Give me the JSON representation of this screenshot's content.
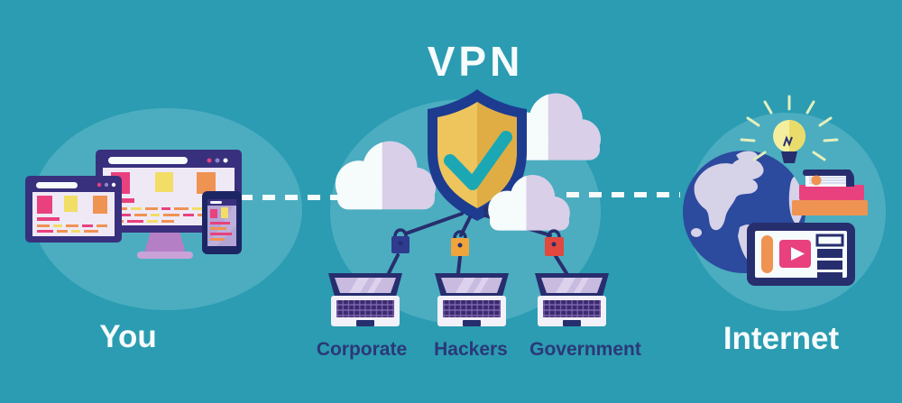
{
  "title": "VPN",
  "left_label": "You",
  "right_label": "Internet",
  "threat_labels": [
    "Corporate",
    "Hackers",
    "Government"
  ],
  "icons": [
    "monitor-icon",
    "tablet-icon",
    "phone-icon",
    "shield-check-icon",
    "cloud-icon",
    "padlock-icon",
    "laptop-icon",
    "globe-icon",
    "lightbulb-icon",
    "books-icon",
    "media-player-icon"
  ],
  "colors": {
    "bg": "#2b9cb2",
    "circle": "#4cadc0",
    "white": "#f6fbfc",
    "navy": "#272e6e",
    "text_navy": "#2b3877",
    "frame": "#38307d",
    "screen_bg": "#efe9f6",
    "pink": "#e8417e",
    "yellow": "#f2dd66",
    "orange": "#ef9352",
    "cloud_lavender": "#d9cfe8",
    "gold_light": "#eec45c",
    "gold_dark": "#e0ad45",
    "shield_blue": "#1d3c90",
    "check": "#1ba8b4",
    "lock_blue": "#2e3b8e",
    "lock_orange": "#f0a43c",
    "lock_red": "#e2483d",
    "laptop_screen": "#c9bbe0",
    "sheen": "#ddd2ee",
    "laptop_body": "#f2f0f8",
    "keyboard_gap": "#7a63ad",
    "key_dark": "#3b2a6e",
    "globe_blue": "#2c4a9e",
    "continent": "#d6d2e7",
    "bulb_yellow": "#f4ef9f",
    "bulb_shade": "#e9dc6b",
    "ray": "#e4efbc",
    "stand": "#b57fc5",
    "stand_base": "#c9a2d8",
    "phone_body": "#1d2664",
    "phone_screen": "#b3a4d6",
    "pages": "#f7f6fb",
    "pageline": "#c9d4ea"
  }
}
